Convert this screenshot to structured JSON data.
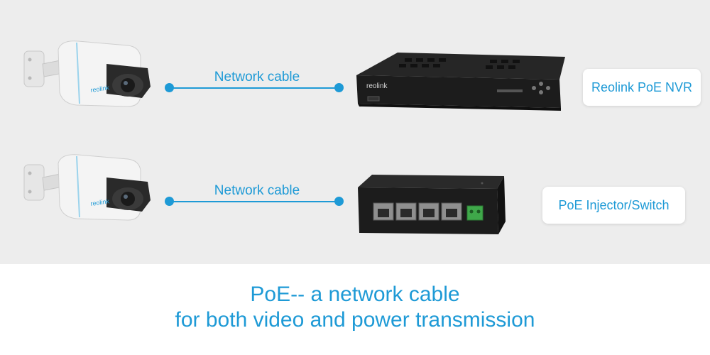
{
  "diagram": {
    "rows": [
      {
        "cable_label": "Network cable",
        "device_label": "Reolink PoE NVR",
        "camera_logo": "reolink",
        "device_logo": "reolink"
      },
      {
        "cable_label": "Network cable",
        "device_label": "PoE Injector/Switch",
        "camera_logo": "reolink"
      }
    ],
    "caption": {
      "line1": "PoE-- a network cable",
      "line2": "for both video and power transmission"
    }
  },
  "colors": {
    "accent": "#1e9ad6",
    "panel_background": "#ededed",
    "device_body": "#1c1c1c"
  },
  "icons": {
    "camera": "bullet-camera-icon",
    "nvr": "nvr-recorder-icon",
    "switch": "poe-switch-icon"
  }
}
